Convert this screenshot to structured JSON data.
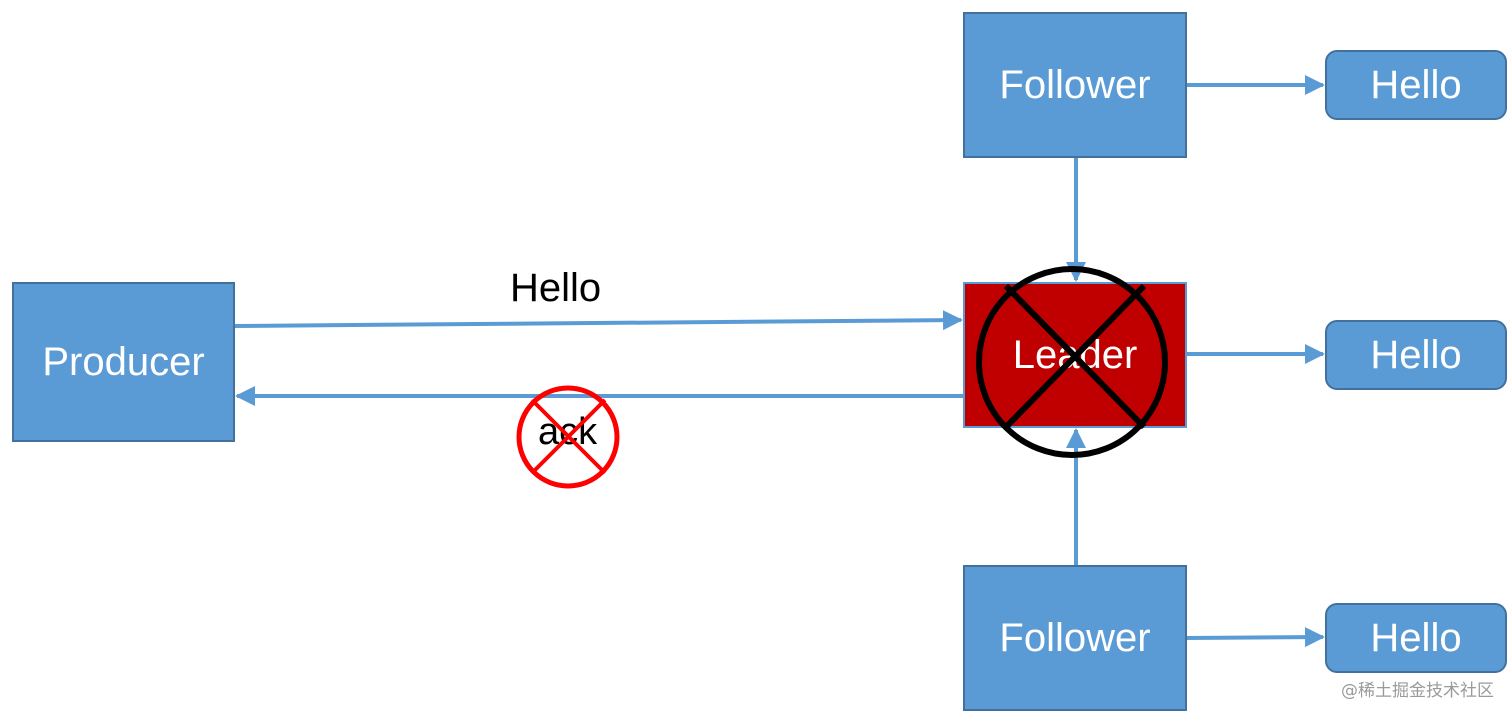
{
  "nodes": {
    "producer": "Producer",
    "follower_top": "Follower",
    "leader": "Leader",
    "follower_bottom": "Follower",
    "hello_top": "Hello",
    "hello_mid": "Hello",
    "hello_bottom": "Hello"
  },
  "edge_labels": {
    "message": "Hello",
    "ack": "ack"
  },
  "watermark": "@稀土掘金技术社区",
  "colors": {
    "node_fill": "#5b9bd5",
    "node_border": "#41719c",
    "leader_fill": "#c00000",
    "arrow": "#5b9bd5",
    "leader_cross": "#000000",
    "ack_cross": "#ff0000"
  }
}
